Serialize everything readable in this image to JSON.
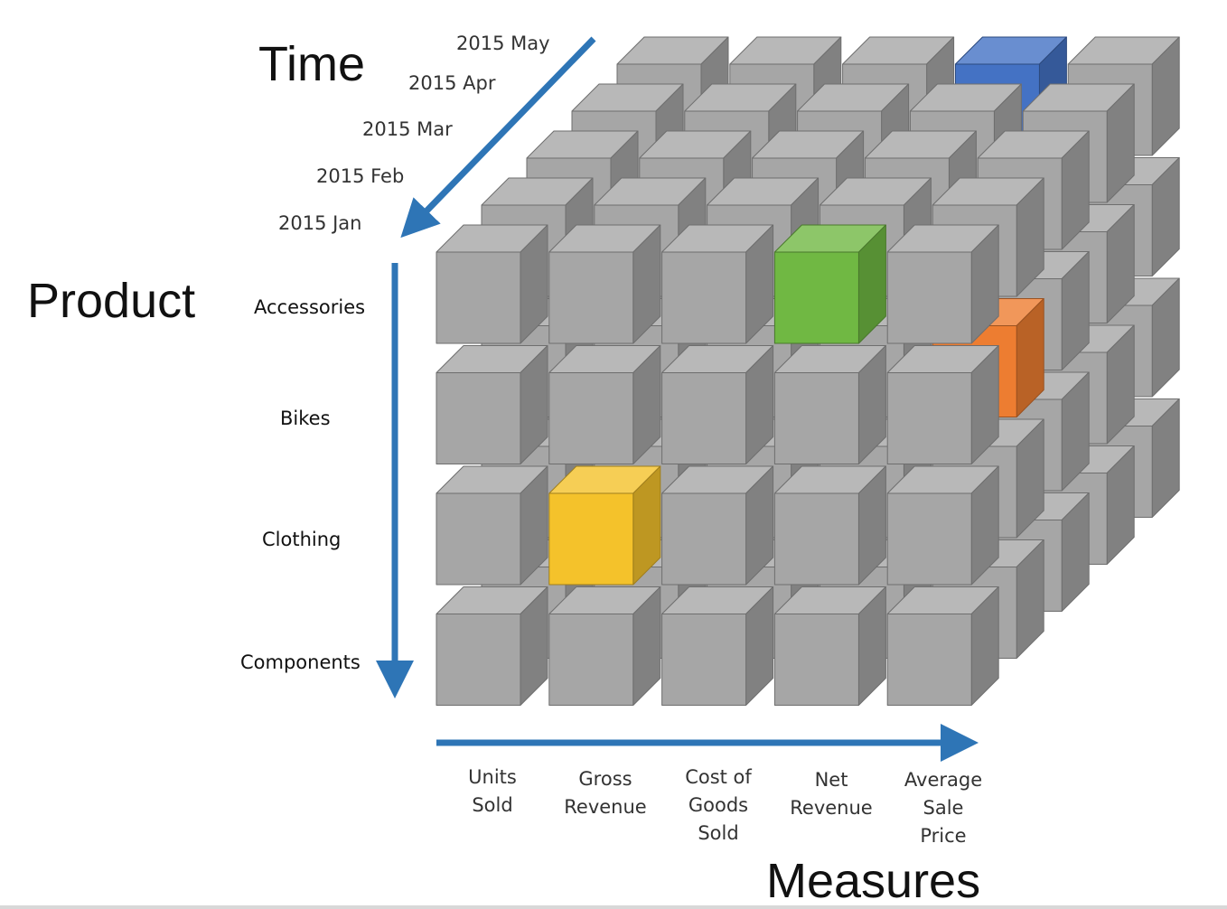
{
  "axes": {
    "time": {
      "title": "Time",
      "labels": [
        "2015 May",
        "2015 Apr",
        "2015 Mar",
        "2015 Feb",
        "2015 Jan"
      ]
    },
    "product": {
      "title": "Product",
      "labels": [
        "Accessories",
        "Bikes",
        "Clothing",
        "Components"
      ]
    },
    "measures": {
      "title": "Measures",
      "labels": [
        [
          "Units",
          "Sold"
        ],
        [
          "Gross",
          "Revenue"
        ],
        [
          "Cost of",
          "Goods",
          "Sold"
        ],
        [
          "Net",
          "Revenue"
        ],
        [
          "Average",
          "Sale",
          "Price"
        ]
      ]
    }
  },
  "cube": {
    "columns": 5,
    "rows": 4,
    "layers": 5,
    "default_color": "#a6a6a6",
    "arrow_color": "#2e75b6",
    "highlighted_cells": [
      {
        "name": "clothing-gross-revenue-jan",
        "col": 1,
        "row": 2,
        "layer": 0,
        "color": "#f4c22b"
      },
      {
        "name": "accessories-net-revenue-jan",
        "col": 3,
        "row": 0,
        "layer": 0,
        "color": "#70b843"
      },
      {
        "name": "bikes-average-sale-price-feb",
        "col": 4,
        "row": 1,
        "layer": 1,
        "color": "#ed7d31"
      },
      {
        "name": "accessories-net-revenue-may",
        "col": 3,
        "row": 0,
        "layer": 4,
        "color": "#4472c4"
      }
    ]
  }
}
